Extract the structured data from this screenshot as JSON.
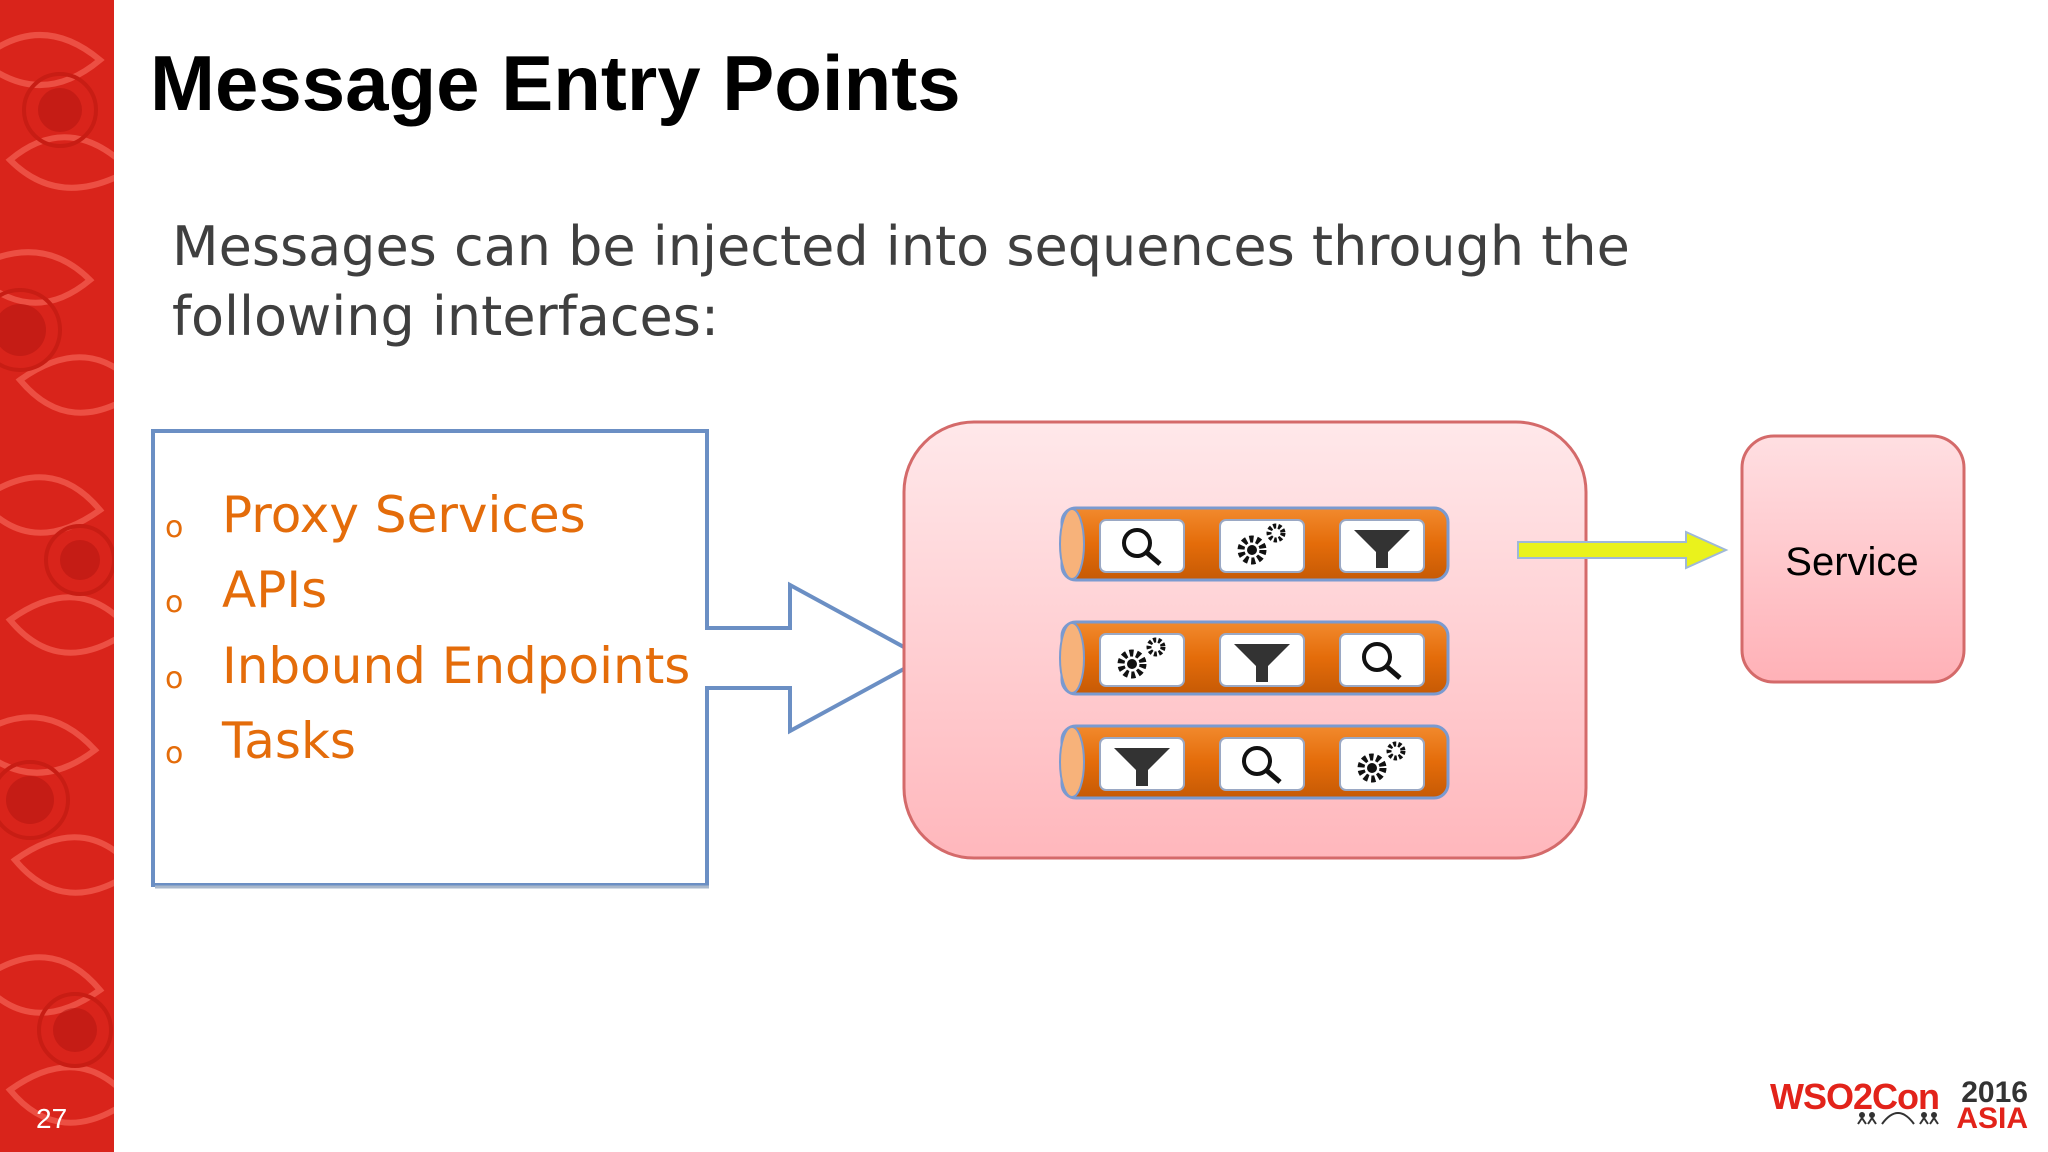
{
  "slide": {
    "title": "Message Entry Points",
    "subtitle": "Messages can be injected into sequences through the following interfaces:",
    "number": "27"
  },
  "entry_points": {
    "bullet": "o",
    "items": [
      {
        "label": "Proxy Services"
      },
      {
        "label": "APIs"
      },
      {
        "label": "Inbound Endpoints"
      },
      {
        "label": "Tasks"
      }
    ]
  },
  "sequences": [
    {
      "mediators": [
        "search-icon",
        "gears-icon",
        "filter-icon"
      ]
    },
    {
      "mediators": [
        "gears-icon",
        "filter-icon",
        "search-icon"
      ]
    },
    {
      "mediators": [
        "filter-icon",
        "search-icon",
        "gears-icon"
      ]
    }
  ],
  "service": {
    "label": "Service"
  },
  "logo": {
    "brand": "WSO2Con",
    "year": "2016",
    "region": "ASIA"
  },
  "colors": {
    "sidebar": "#d9241b",
    "accent": "#e46c0a",
    "box_border": "#6b8fc4",
    "engine_fill": "#ffd1d4",
    "pipe": "#e46c0a",
    "flow_arrow": "#eaf21c"
  }
}
